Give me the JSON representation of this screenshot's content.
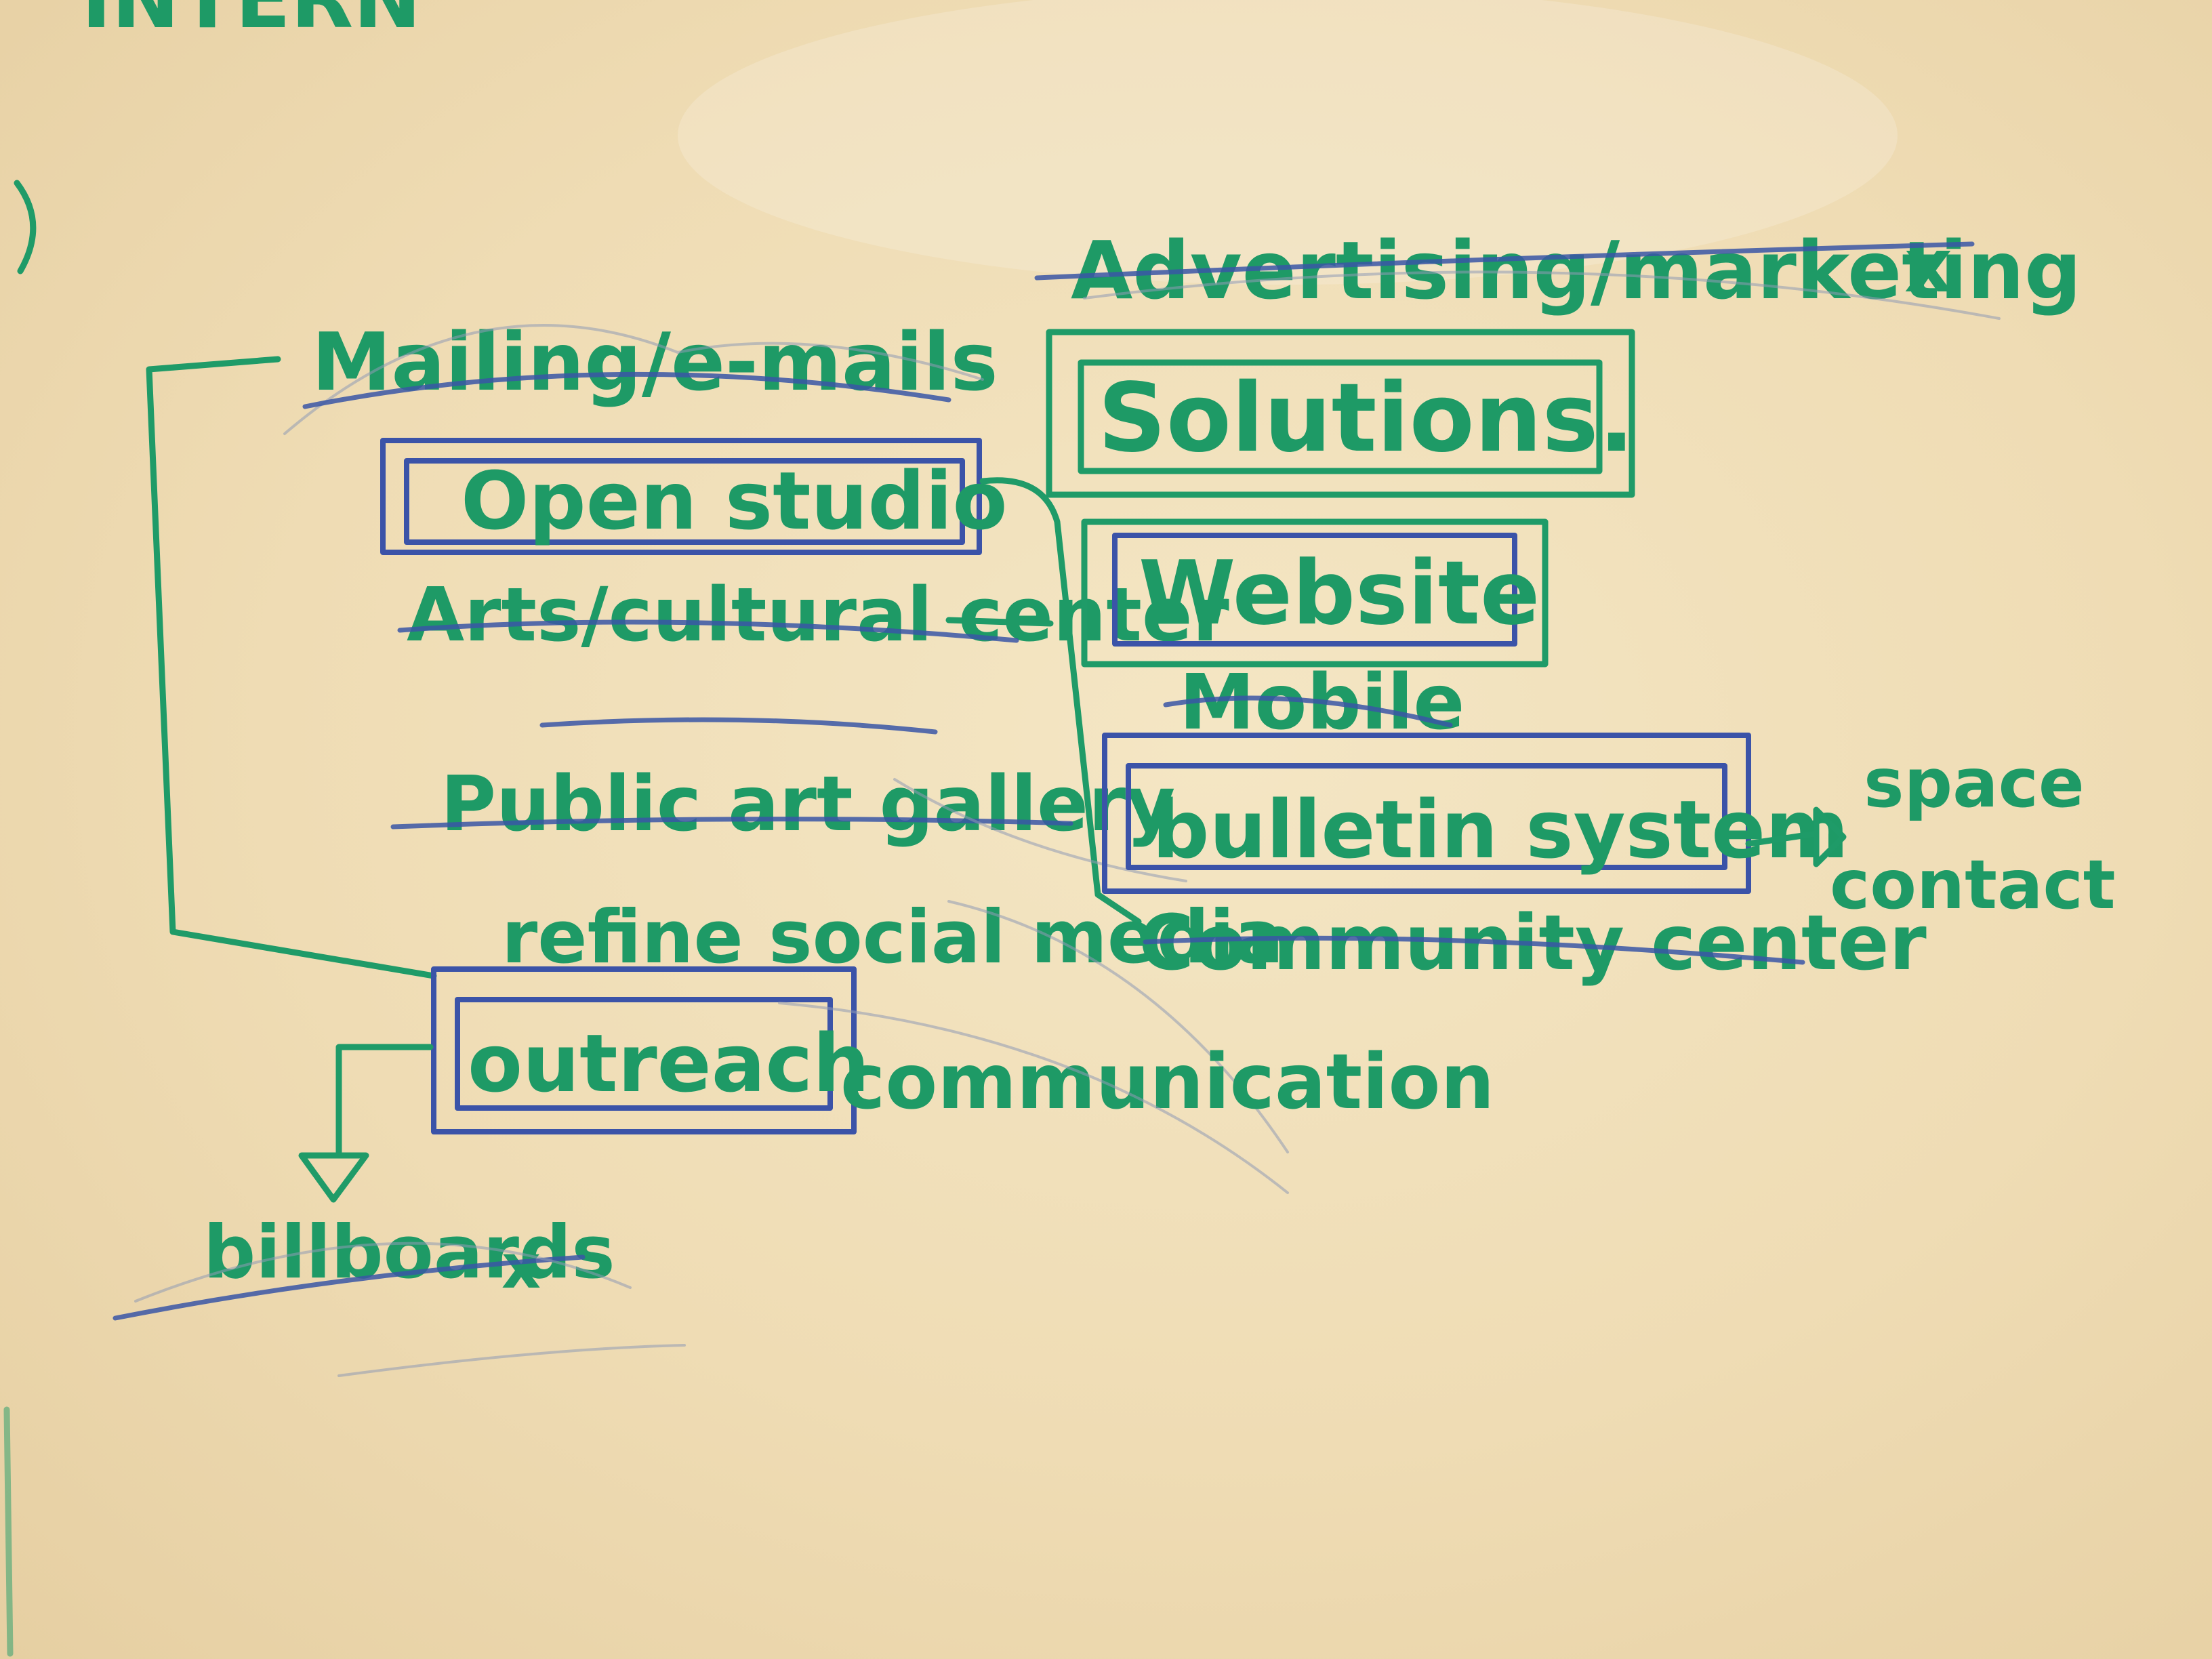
{
  "whiteboard": {
    "top_left_fragment": "INTERN",
    "crossed_out": {
      "heading": "Advertising/marketing",
      "heading_mark": "x",
      "mailing": "Mailing/e-mails",
      "arts_center": "Arts/cultural center",
      "public_art": "Public art gallery",
      "mobile": "Mobile",
      "community_center": "Community center",
      "billboards": "billboards",
      "billboards_mark": "x"
    },
    "labels": {
      "solutions": "Solutions.",
      "open_studio": "Open studio",
      "website": "Website",
      "bulletin_system": "bulletin system",
      "space": "space",
      "contact": "contact",
      "refine_social_media": "refine social media",
      "outreach": "outreach",
      "communication": "communication"
    },
    "colors": {
      "board": "#f2e2bf",
      "marker_green": "#1e9a66",
      "marker_blue": "#3b53a8"
    }
  }
}
